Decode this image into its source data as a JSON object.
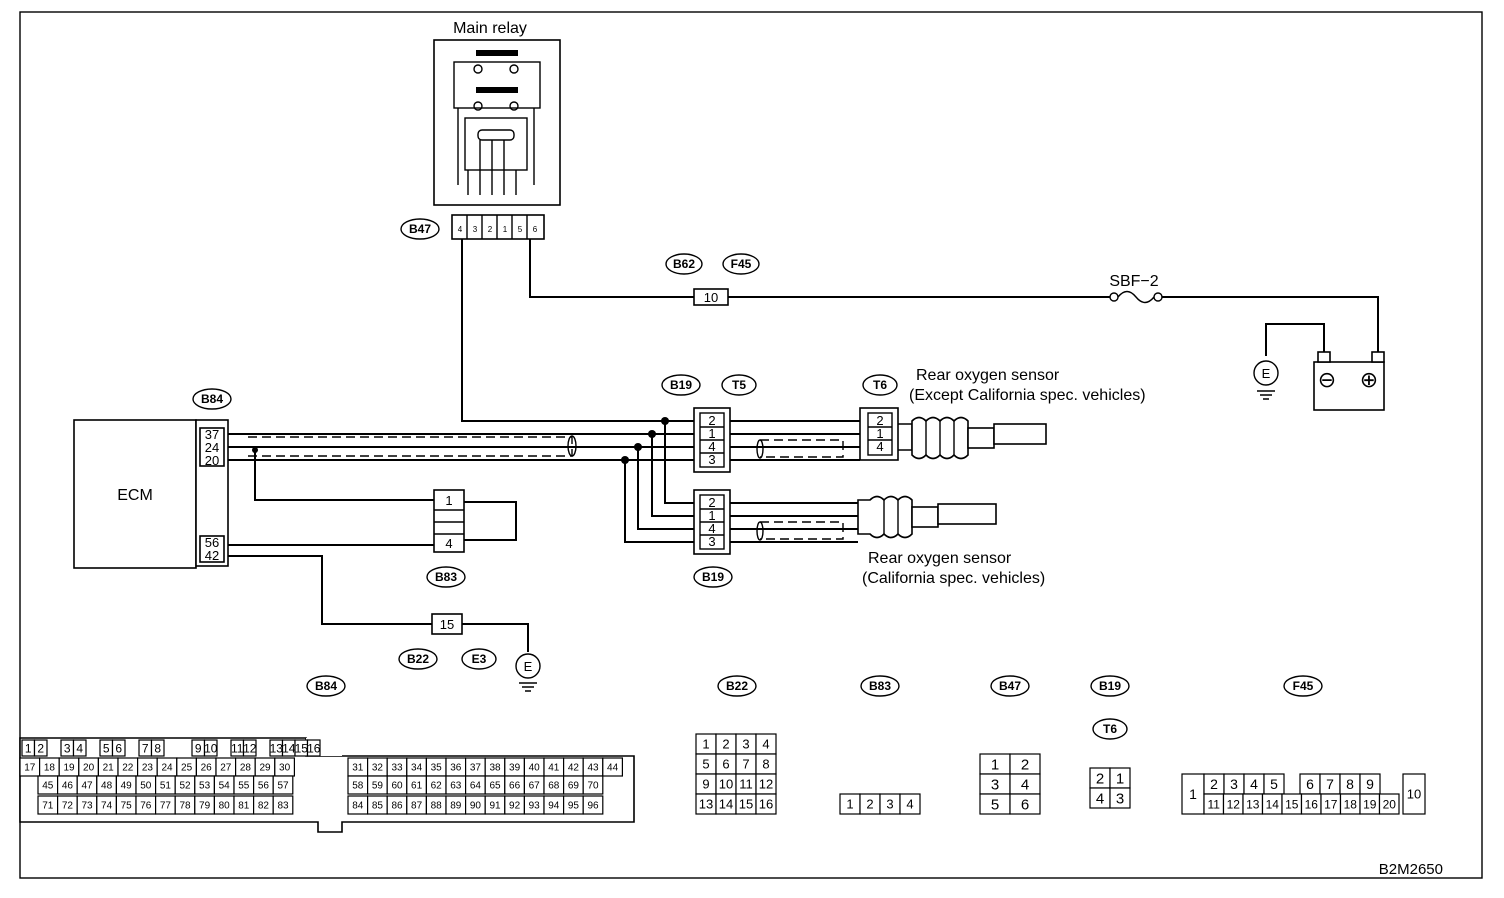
{
  "labels": {
    "main_relay": "Main relay",
    "ecm": "ECM",
    "sbf": "SBF−2",
    "ground_e": "E",
    "rear_o2_except_1": "Rear oxygen sensor",
    "rear_o2_except_2": "(Except California spec. vehicles)",
    "rear_o2_calif_1": "Rear oxygen sensor",
    "rear_o2_calif_2": "(California spec. vehicles)",
    "battery_minus": "⊖",
    "battery_plus": "⊕",
    "doc_code": "B2M2650"
  },
  "connector_tags": {
    "b47": "B47",
    "b62": "B62",
    "f45": "F45",
    "b84": "B84",
    "b19": "B19",
    "t5": "T5",
    "t6": "T6",
    "b19_lower": "B19",
    "b83": "B83",
    "b22": "B22",
    "e3": "E3"
  },
  "pins": {
    "b62_f45": "10",
    "b84": [
      "37",
      "24",
      "20",
      "56",
      "42"
    ],
    "b83": [
      "1",
      "4"
    ],
    "b22": "15",
    "t5": [
      "2",
      "1",
      "4",
      "3"
    ],
    "t6": [
      "2",
      "1",
      "4"
    ],
    "b19_lower": [
      "2",
      "1",
      "4",
      "3"
    ],
    "b47": [
      "4",
      "3",
      "2",
      "1",
      "5",
      "6"
    ]
  },
  "connector_faces": {
    "b84_tag": "B84",
    "b22_tag": "B22",
    "b83_tag": "B83",
    "b47_tag": "B47",
    "b19_tag": "B19",
    "t6_tag": "T6",
    "f45_tag": "F45",
    "b84_row1": [
      "1",
      "2",
      "",
      "3",
      "4",
      "",
      "5",
      "6",
      "",
      "7",
      "8",
      "",
      "",
      "9",
      "10",
      "",
      "11",
      "12",
      "",
      "13",
      "14",
      "15",
      "16"
    ],
    "b84_row2a": [
      "17",
      "18",
      "19",
      "20",
      "21",
      "22",
      "23",
      "24",
      "25",
      "26",
      "27",
      "28",
      "29",
      "30"
    ],
    "b84_row2b": [
      "31",
      "32",
      "33",
      "34",
      "35",
      "36",
      "37",
      "38",
      "39",
      "40",
      "41",
      "42",
      "43",
      "44"
    ],
    "b84_row3a": [
      "45",
      "46",
      "47",
      "48",
      "49",
      "50",
      "51",
      "52",
      "53",
      "54",
      "55",
      "56",
      "57"
    ],
    "b84_row3b": [
      "58",
      "59",
      "60",
      "61",
      "62",
      "63",
      "64",
      "65",
      "66",
      "67",
      "68",
      "69",
      "70"
    ],
    "b84_row4a": [
      "71",
      "72",
      "73",
      "74",
      "75",
      "76",
      "77",
      "78",
      "79",
      "80",
      "81",
      "82",
      "83"
    ],
    "b84_row4b": [
      "84",
      "85",
      "86",
      "87",
      "88",
      "89",
      "90",
      "91",
      "92",
      "93",
      "94",
      "95",
      "96"
    ],
    "b22_grid": [
      "1",
      "2",
      "3",
      "4",
      "5",
      "6",
      "7",
      "8",
      "9",
      "10",
      "11",
      "12",
      "13",
      "14",
      "15",
      "16"
    ],
    "b83_row": [
      "1",
      "2",
      "3",
      "4"
    ],
    "b47_grid": [
      "1",
      "2",
      "3",
      "4",
      "5",
      "6"
    ],
    "b19_grid": [
      "2",
      "1",
      "4",
      "3"
    ],
    "f45_single": "1",
    "f45_top": [
      "2",
      "3",
      "4",
      "5",
      "",
      "6",
      "7",
      "8",
      "9"
    ],
    "f45_bottom": [
      "11",
      "12",
      "13",
      "14",
      "15",
      "16",
      "17",
      "18",
      "19",
      "20"
    ],
    "f45_end": "10"
  }
}
